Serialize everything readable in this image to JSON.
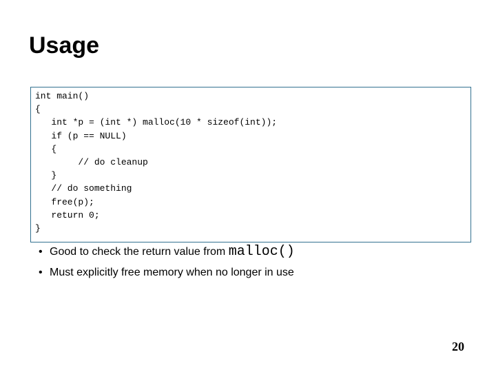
{
  "slide": {
    "title": "Usage",
    "page_number": "20",
    "background_color": "#FFFFFF",
    "text_color": "#000000"
  },
  "code_box": {
    "border_color": "#31708F",
    "lines": [
      "int main()",
      "{",
      "   int *p = (int *) malloc(10 * sizeof(int));",
      "   if (p == NULL)",
      "   {",
      "        // do cleanup",
      "   }",
      "   // do something",
      "   free(p);",
      "   return 0;",
      "}"
    ]
  },
  "bullets": [
    {
      "marker": "•",
      "text": "Good to check the return value from ",
      "inline_code": "malloc()"
    },
    {
      "marker": "•",
      "text": "Must explicitly free memory when no longer in use",
      "inline_code": ""
    }
  ]
}
